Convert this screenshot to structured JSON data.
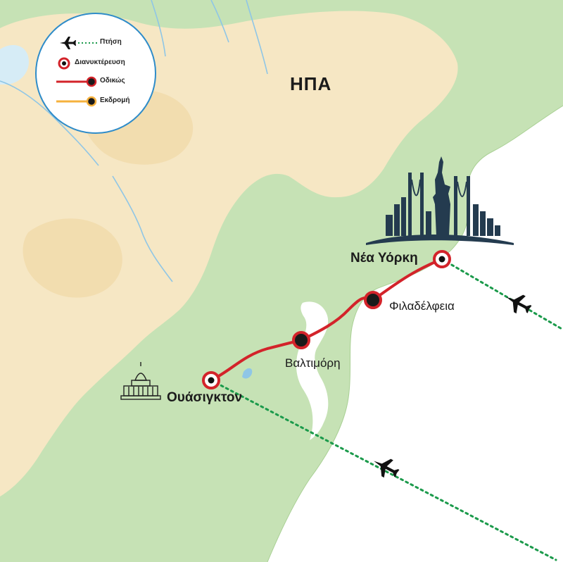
{
  "country_label": "ΗΠΑ",
  "legend": {
    "flight": "Πτήση",
    "overnight": "Διανυκτέρευση",
    "road": "Οδικώς",
    "excursion": "Εκδρομή"
  },
  "cities": {
    "new_york": "Νέα Υόρκη",
    "philadelphia": "Φιλαδέλφεια",
    "baltimore": "Βαλτιμόρη",
    "washington": "Ουάσιγκτον"
  },
  "colors": {
    "land_green": "#c6e2b5",
    "land_sand": "#f6e7c4",
    "water": "#ffffff",
    "river": "#8fc6e6",
    "route_road": "#d3232a",
    "route_flight": "#1b9a4b",
    "route_excursion": "#f5b13d",
    "skyline": "#243b4f"
  },
  "icons": [
    "airplane-icon",
    "capitol-icon",
    "new-york-skyline-icon",
    "overnight-marker-icon"
  ]
}
